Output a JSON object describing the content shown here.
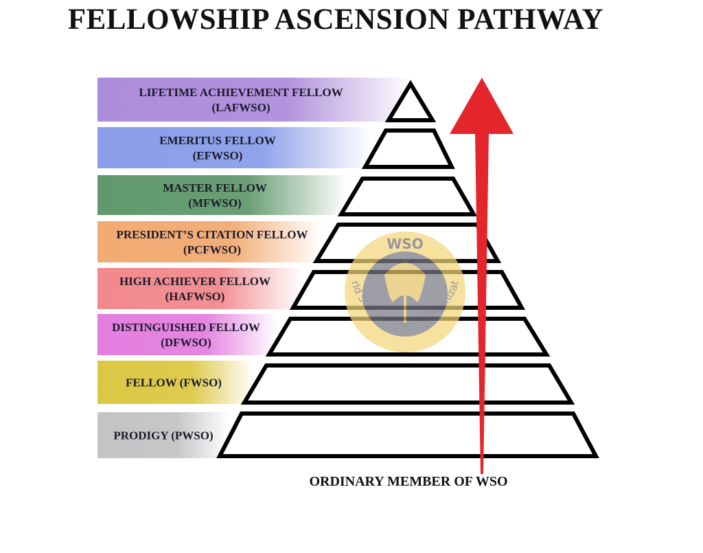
{
  "title": "FELLOWSHIP ASCENSION PATHWAY",
  "base_label": "ORDINARY MEMBER OF WSO",
  "tiers": [
    {
      "lines": [
        "LIFETIME ACHIEVEMENT FELLOW",
        "(LAFWSO)"
      ],
      "color": "#a47fd6"
    },
    {
      "lines": [
        "EMERITUS FELLOW",
        "(EFWSO)"
      ],
      "color": "#7d92e6"
    },
    {
      "lines": [
        "MASTER FELLOW",
        "(MFWSO)"
      ],
      "color": "#4f8d5c"
    },
    {
      "lines": [
        "PRESIDENT’S CITATION FELLOW",
        "(PCFWSO)"
      ],
      "color": "#f0a162"
    },
    {
      "lines": [
        "HIGH ACHIEVER FELLOW",
        "(HAFWSO)"
      ],
      "color": "#f07c80"
    },
    {
      "lines": [
        "DISTINGUISHED FELLOW",
        "(DFWSO)"
      ],
      "color": "#e070dc"
    },
    {
      "lines": [
        "FELLOW (FWSO)"
      ],
      "color": "#d8c12e"
    },
    {
      "lines": [
        "PRODIGY (PWSO)"
      ],
      "color": "#bdbdbd"
    }
  ],
  "logo": {
    "abbr": "WSO",
    "name": "World Stomatological Organization",
    "ring_color": "#f3d67a",
    "center_color": "#7a7a86"
  },
  "arrow_color": "#e3262b"
}
